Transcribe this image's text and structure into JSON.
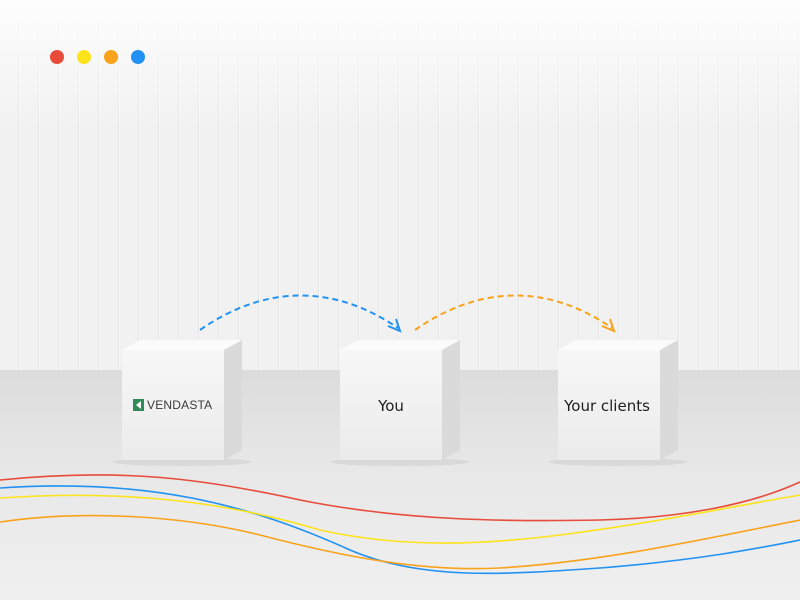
{
  "dots": [
    {
      "color": "#e84b3a"
    },
    {
      "color": "#fde31a"
    },
    {
      "color": "#f9a21b"
    },
    {
      "color": "#2192f3"
    }
  ],
  "boxes": [
    {
      "id": "vendasta",
      "logo_text": "VENDASTA",
      "logo_color": "#2e8b57"
    },
    {
      "id": "you",
      "label": "You"
    },
    {
      "id": "clients",
      "label": "Your clients"
    }
  ],
  "arrows": [
    {
      "from": "vendasta",
      "to": "you",
      "color": "#2192f3"
    },
    {
      "from": "you",
      "to": "clients",
      "color": "#f9a21b"
    }
  ],
  "wave_colors": [
    "#e84b3a",
    "#2192f3",
    "#fde31a",
    "#f9a21b"
  ]
}
